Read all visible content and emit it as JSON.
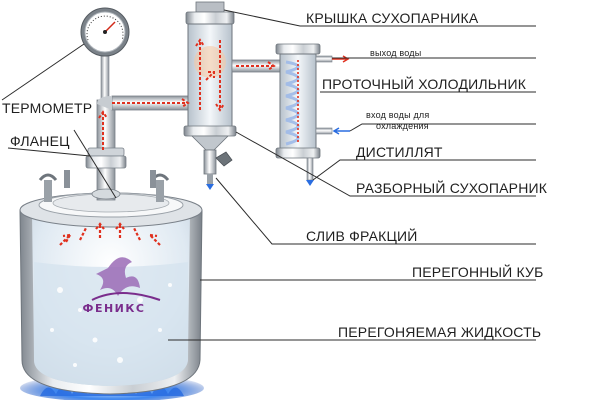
{
  "labels": {
    "lid": "КРЫШКА СУХОПАРНИКА",
    "water_out": "выход воды",
    "condenser": "ПРОТОЧНЫЙ ХОЛОДИЛЬНИК",
    "water_in_1": "вход воды для",
    "water_in_2": "охлаждения",
    "thermometer": "ТЕРМОМЕТР",
    "flange": "ФЛАНЕЦ",
    "distillate": "ДИСТИЛЛЯТ",
    "dryer": "РАЗБОРНЫЙ СУХОПАРНИК",
    "drain": "СЛИВ ФРАКЦИЙ",
    "cube": "ПЕРЕГОННЫЙ КУБ",
    "liquid": "ПЕРЕГОНЯЕМАЯ ЖИДКОСТЬ"
  },
  "logo": "ФЕНИКС",
  "colors": {
    "steel_light": "#f2f4f6",
    "steel_dark": "#8a9199",
    "arrow": "#e0301e",
    "flame": "#2a6de0",
    "logo": "#7a2d8c",
    "leader": "#2b2b2b"
  },
  "icons": [
    "thermometer-dial-icon",
    "flame-icon",
    "phoenix-logo-icon"
  ]
}
